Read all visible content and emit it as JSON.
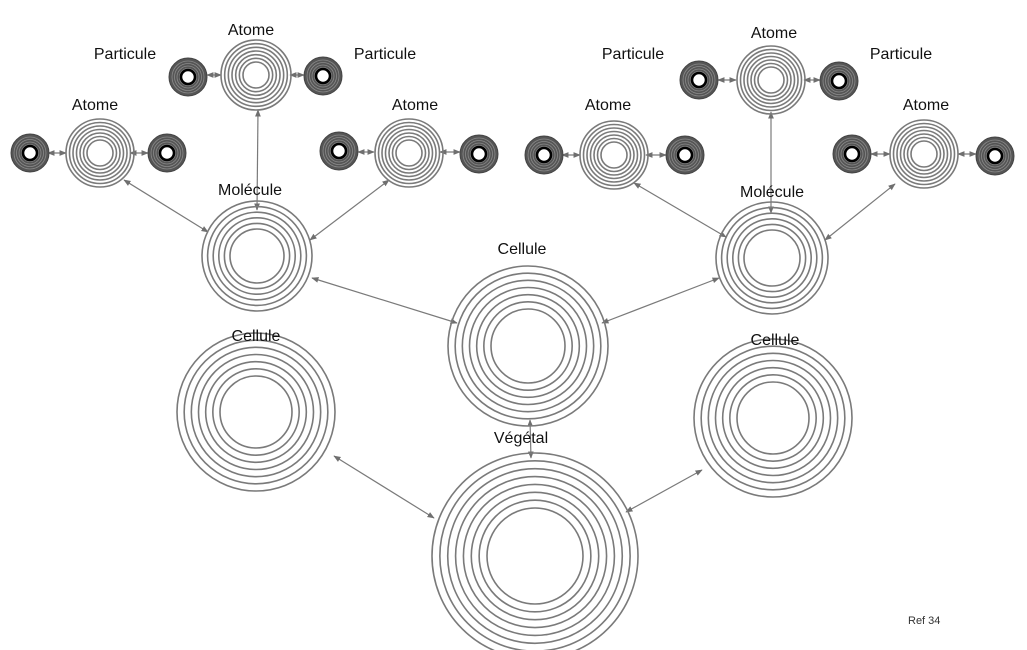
{
  "labels": {
    "particle": "Particule",
    "atom": "Atome",
    "molecule": "Molécule",
    "cell": "Cellule",
    "plant": "Végétal"
  },
  "reference": "Ref 34",
  "colors": {
    "background": "#ffffff",
    "stroke": "#7a7a7a",
    "particle_fill": "#555555",
    "text": "#111111"
  }
}
